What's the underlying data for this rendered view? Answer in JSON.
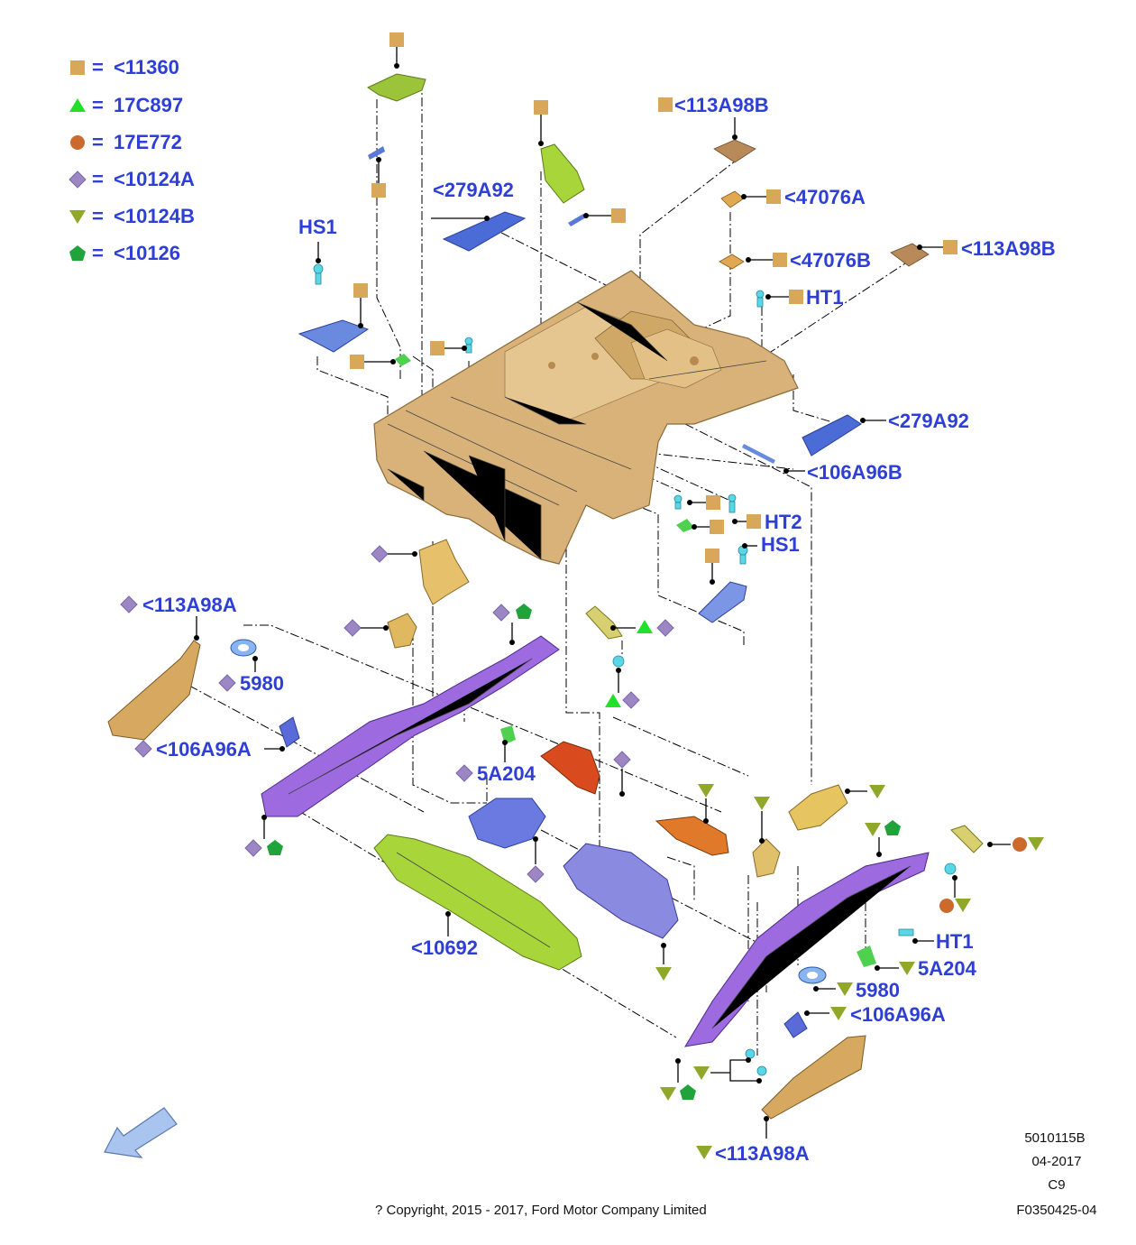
{
  "legend": [
    {
      "symbol": "square",
      "color": "#d9a75a",
      "text": "<11360"
    },
    {
      "symbol": "triangle-up",
      "color": "#22e02a",
      "text": "17C897"
    },
    {
      "symbol": "circle",
      "color": "#cc6a2e",
      "text": "17E772"
    },
    {
      "symbol": "diamond",
      "color": "#9c87c4",
      "text": "<10124A"
    },
    {
      "symbol": "triangle-down",
      "color": "#8fa82a",
      "text": "<10124B"
    },
    {
      "symbol": "pentagon",
      "color": "#1fa33a",
      "text": "<10126"
    }
  ],
  "equals": "=",
  "labels": {
    "113A98B_top": "<113A98B",
    "279A92_left": "<279A92",
    "47076A": "<47076A",
    "HS1_left": "HS1",
    "113A98B_right": "<113A98B",
    "47076B": "<47076B",
    "HT1_top": "HT1",
    "279A92_right": "<279A92",
    "106A96B": "<106A96B",
    "HT2": "HT2",
    "HS1_right": "HS1",
    "113A98A_left": "<113A98A",
    "5980_left": "5980",
    "106A96A_left": "<106A96A",
    "5A204_left": "5A204",
    "10692": "<10692",
    "HT1_bottom": "HT1",
    "5A204_right": "5A204",
    "5980_right": "5980",
    "106A96A_right": "<106A96A",
    "113A98A_bottom": "<113A98A"
  },
  "footer": {
    "code": "5010115B",
    "date": "04-2017",
    "rev": "C9",
    "figure": "F0350425-04",
    "copyright": "? Copyright, 2015 - 2017, Ford Motor Company Limited"
  },
  "colors": {
    "label": "#2e3fd6",
    "floor": "#d9b27a",
    "rail": "#9d6ae0",
    "crossmember": "#a8d63a",
    "bracket_blue": "#5a78d8",
    "bracket_red": "#d94a1e",
    "bracket_orange": "#e07a2a",
    "bracket_yellow": "#e0c06a",
    "fastener": "#5ad6e6",
    "arrow": "#a9c4ee"
  },
  "icons": [
    "direction-arrow-icon"
  ]
}
